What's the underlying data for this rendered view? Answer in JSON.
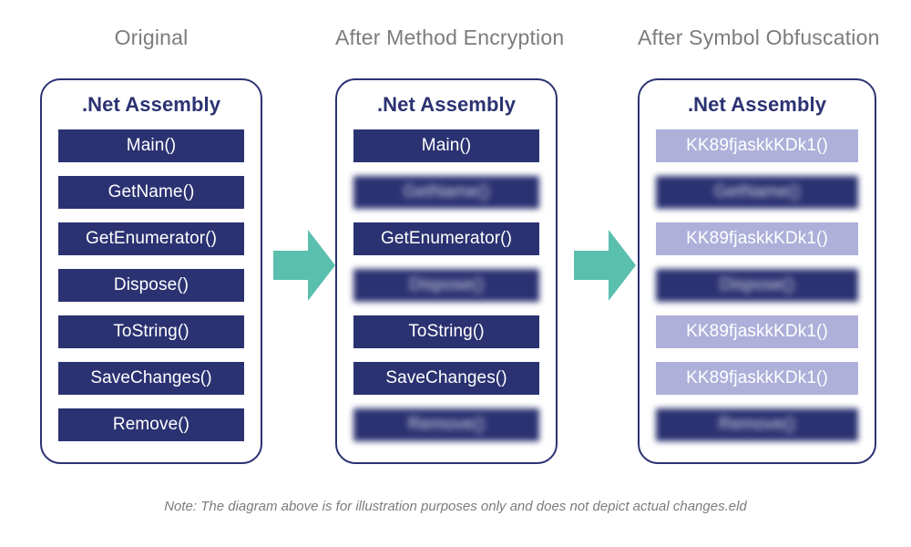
{
  "diagram": {
    "columns": [
      {
        "header": "Original",
        "card_title": ".Net Assembly",
        "rows": [
          {
            "label": "Main()",
            "style": "navy",
            "blurred": false
          },
          {
            "label": "GetName()",
            "style": "navy",
            "blurred": false
          },
          {
            "label": "GetEnumerator()",
            "style": "navy",
            "blurred": false
          },
          {
            "label": "Dispose()",
            "style": "navy",
            "blurred": false
          },
          {
            "label": "ToString()",
            "style": "navy",
            "blurred": false
          },
          {
            "label": "SaveChanges()",
            "style": "navy",
            "blurred": false
          },
          {
            "label": "Remove()",
            "style": "navy",
            "blurred": false
          }
        ]
      },
      {
        "header": "After Method Encryption",
        "card_title": ".Net Assembly",
        "rows": [
          {
            "label": "Main()",
            "style": "navy",
            "blurred": false
          },
          {
            "label": "GetName()",
            "style": "navy",
            "blurred": true
          },
          {
            "label": "GetEnumerator()",
            "style": "navy",
            "blurred": false
          },
          {
            "label": "Dispose()",
            "style": "navy",
            "blurred": true
          },
          {
            "label": "ToString()",
            "style": "navy",
            "blurred": false
          },
          {
            "label": "SaveChanges()",
            "style": "navy",
            "blurred": false
          },
          {
            "label": "Remove()",
            "style": "navy",
            "blurred": true
          }
        ]
      },
      {
        "header": "After Symbol Obfuscation",
        "card_title": ".Net Assembly",
        "rows": [
          {
            "label": "KK89fjaskkKDk1()",
            "style": "lavender",
            "blurred": false
          },
          {
            "label": "GetName()",
            "style": "navy",
            "blurred": true
          },
          {
            "label": "KK89fjaskkKDk1()",
            "style": "lavender",
            "blurred": false
          },
          {
            "label": "Dispose()",
            "style": "navy",
            "blurred": true
          },
          {
            "label": "KK89fjaskkKDk1()",
            "style": "lavender",
            "blurred": false
          },
          {
            "label": "KK89fjaskkKDk1()",
            "style": "lavender",
            "blurred": false
          },
          {
            "label": "Remove()",
            "style": "navy",
            "blurred": true
          }
        ]
      }
    ],
    "arrows": [
      {
        "name": "arrow-original-to-encrypted",
        "direction": "right",
        "color": "#5bbfae"
      },
      {
        "name": "arrow-encrypted-to-obfuscated",
        "direction": "right",
        "color": "#5bbfae"
      }
    ],
    "footer_note": "Note: The diagram above is for illustration purposes only and does not depict actual changes.eld",
    "colors": {
      "navy": "#2b3272",
      "lavender": "#aeb0da",
      "arrow_teal": "#5bbfae",
      "header_gray": "#7c7c7c",
      "background": "#ffffff"
    }
  }
}
